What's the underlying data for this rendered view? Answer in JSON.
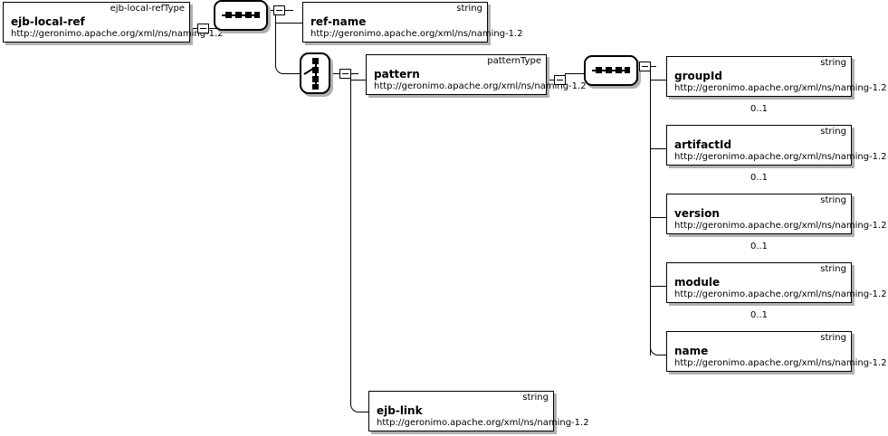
{
  "diagram": {
    "title": "ejb-local-ref XML schema element diagram",
    "namespace": "http://geronimo.apache.org/xml/ns/naming-1.2",
    "colors": {
      "line": "#000000",
      "box_border": "#000000",
      "box_fill": "#ffffff",
      "shadow": "#b0b0b0",
      "background": "#ffffff"
    }
  },
  "nodes": {
    "root": {
      "name": "ejb-local-ref",
      "type": "ejb-local-refType",
      "namespace": "http://geronimo.apache.org/xml/ns/naming-1.2",
      "cardinality": ""
    },
    "ref_name": {
      "name": "ref-name",
      "type": "string",
      "namespace": "http://geronimo.apache.org/xml/ns/naming-1.2",
      "cardinality": ""
    },
    "pattern": {
      "name": "pattern",
      "type": "patternType",
      "namespace": "http://geronimo.apache.org/xml/ns/naming-1.2",
      "cardinality": ""
    },
    "ejb_link": {
      "name": "ejb-link",
      "type": "string",
      "namespace": "http://geronimo.apache.org/xml/ns/naming-1.2",
      "cardinality": ""
    },
    "group_id": {
      "name": "groupId",
      "type": "string",
      "namespace": "http://geronimo.apache.org/xml/ns/naming-1.2",
      "cardinality": "0..1"
    },
    "artifact_id": {
      "name": "artifactId",
      "type": "string",
      "namespace": "http://geronimo.apache.org/xml/ns/naming-1.2",
      "cardinality": "0..1"
    },
    "version": {
      "name": "version",
      "type": "string",
      "namespace": "http://geronimo.apache.org/xml/ns/naming-1.2",
      "cardinality": "0..1"
    },
    "module": {
      "name": "module",
      "type": "string",
      "namespace": "http://geronimo.apache.org/xml/ns/naming-1.2",
      "cardinality": "0..1"
    },
    "name": {
      "name": "name",
      "type": "string",
      "namespace": "http://geronimo.apache.org/xml/ns/naming-1.2",
      "cardinality": ""
    }
  },
  "compositors": {
    "root_sequence": {
      "kind": "sequence-icon"
    },
    "pattern_choice": {
      "kind": "choice-icon"
    },
    "pattern_sequence": {
      "kind": "sequence-icon"
    }
  },
  "toggles": {
    "root_toggle": {
      "state": "expanded",
      "glyph": "minus-icon"
    },
    "root_sequence_toggle": {
      "state": "expanded",
      "glyph": "minus-icon"
    },
    "choice_toggle": {
      "state": "expanded",
      "glyph": "minus-icon"
    },
    "pattern_toggle": {
      "state": "expanded",
      "glyph": "minus-icon"
    },
    "pattern_sequence_toggle": {
      "state": "expanded",
      "glyph": "minus-icon"
    }
  }
}
